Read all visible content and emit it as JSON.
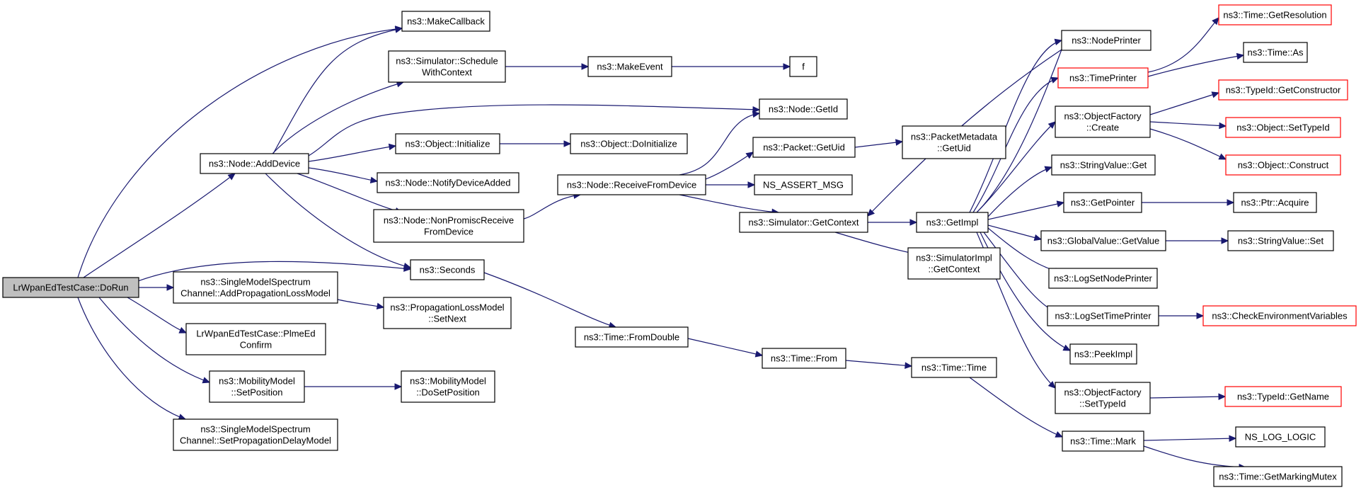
{
  "colors": {
    "edge": "#191970",
    "root_fill": "#bfbfbf",
    "red_border": "#ff0000"
  },
  "nodes": [
    {
      "id": "root",
      "lines": [
        "LrWpanEdTestCase::DoRun"
      ]
    },
    {
      "id": "addDevice",
      "lines": [
        "ns3::Node::AddDevice"
      ]
    },
    {
      "id": "addProp",
      "lines": [
        "ns3::SingleModelSpectrum",
        "Channel::AddPropagationLossModel"
      ]
    },
    {
      "id": "plmeEd",
      "lines": [
        "LrWpanEdTestCase::PlmeEd",
        "Confirm"
      ]
    },
    {
      "id": "mobSet",
      "lines": [
        "ns3::MobilityModel",
        "::SetPosition"
      ]
    },
    {
      "id": "setPropDelay",
      "lines": [
        "ns3::SingleModelSpectrum",
        "Channel::SetPropagationDelayModel"
      ]
    },
    {
      "id": "makeCallback",
      "lines": [
        "ns3::MakeCallback"
      ]
    },
    {
      "id": "schedCtx",
      "lines": [
        "ns3::Simulator::Schedule",
        "WithContext"
      ]
    },
    {
      "id": "objInit",
      "lines": [
        "ns3::Object::Initialize"
      ]
    },
    {
      "id": "notifyDev",
      "lines": [
        "ns3::Node::NotifyDeviceAdded"
      ]
    },
    {
      "id": "nonPromisc",
      "lines": [
        "ns3::Node::NonPromiscReceive",
        "FromDevice"
      ]
    },
    {
      "id": "seconds",
      "lines": [
        "ns3::Seconds"
      ]
    },
    {
      "id": "propSetNext",
      "lines": [
        "ns3::PropagationLossModel",
        "::SetNext"
      ]
    },
    {
      "id": "mobDoSet",
      "lines": [
        "ns3::MobilityModel",
        "::DoSetPosition"
      ]
    },
    {
      "id": "makeEvent",
      "lines": [
        "ns3::MakeEvent"
      ]
    },
    {
      "id": "f",
      "lines": [
        "f"
      ]
    },
    {
      "id": "nodeGetId",
      "lines": [
        "ns3::Node::GetId"
      ]
    },
    {
      "id": "objDoInit",
      "lines": [
        "ns3::Object::DoInitialize"
      ]
    },
    {
      "id": "recvFromDev",
      "lines": [
        "ns3::Node::ReceiveFromDevice"
      ]
    },
    {
      "id": "pktGetUid",
      "lines": [
        "ns3::Packet::GetUid"
      ]
    },
    {
      "id": "nsAssert",
      "lines": [
        "NS_ASSERT_MSG"
      ]
    },
    {
      "id": "simGetCtx",
      "lines": [
        "ns3::Simulator::GetContext"
      ]
    },
    {
      "id": "pktMetaGetUid",
      "lines": [
        "ns3::PacketMetadata",
        "::GetUid"
      ]
    },
    {
      "id": "getImpl",
      "lines": [
        "ns3::GetImpl"
      ]
    },
    {
      "id": "simImplGetCtx",
      "lines": [
        "ns3::SimulatorImpl",
        "::GetContext"
      ]
    },
    {
      "id": "timeFromDouble",
      "lines": [
        "ns3::Time::FromDouble"
      ]
    },
    {
      "id": "timeFrom",
      "lines": [
        "ns3::Time::From"
      ]
    },
    {
      "id": "timeTime",
      "lines": [
        "ns3::Time::Time"
      ]
    },
    {
      "id": "nodePrinter",
      "lines": [
        "ns3::NodePrinter"
      ]
    },
    {
      "id": "timePrinter",
      "lines": [
        "ns3::TimePrinter"
      ],
      "red": true
    },
    {
      "id": "objFactCreate",
      "lines": [
        "ns3::ObjectFactory",
        "::Create"
      ]
    },
    {
      "id": "strValGet",
      "lines": [
        "ns3::StringValue::Get"
      ]
    },
    {
      "id": "getPointer",
      "lines": [
        "ns3::GetPointer"
      ]
    },
    {
      "id": "globalGetValue",
      "lines": [
        "ns3::GlobalValue::GetValue"
      ]
    },
    {
      "id": "logSetNodePrinter",
      "lines": [
        "ns3::LogSetNodePrinter"
      ]
    },
    {
      "id": "logSetTimePrinter",
      "lines": [
        "ns3::LogSetTimePrinter"
      ]
    },
    {
      "id": "peekImpl",
      "lines": [
        "ns3::PeekImpl"
      ]
    },
    {
      "id": "objFactSetTypeId",
      "lines": [
        "ns3::ObjectFactory",
        "::SetTypeId"
      ]
    },
    {
      "id": "timeMark",
      "lines": [
        "ns3::Time::Mark"
      ]
    },
    {
      "id": "timeGetRes",
      "lines": [
        "ns3::Time::GetResolution"
      ],
      "red": true
    },
    {
      "id": "timeAs",
      "lines": [
        "ns3::Time::As"
      ]
    },
    {
      "id": "typeIdGetCtor",
      "lines": [
        "ns3::TypeId::GetConstructor"
      ],
      "red": true
    },
    {
      "id": "objSetTypeId",
      "lines": [
        "ns3::Object::SetTypeId"
      ],
      "red": true
    },
    {
      "id": "objConstruct",
      "lines": [
        "ns3::Object::Construct"
      ],
      "red": true
    },
    {
      "id": "ptrAcquire",
      "lines": [
        "ns3::Ptr::Acquire"
      ]
    },
    {
      "id": "strValSet",
      "lines": [
        "ns3::StringValue::Set"
      ]
    },
    {
      "id": "checkEnv",
      "lines": [
        "ns3::CheckEnvironmentVariables"
      ],
      "red": true
    },
    {
      "id": "typeIdGetName",
      "lines": [
        "ns3::TypeId::GetName"
      ],
      "red": true
    },
    {
      "id": "nsLogLogic",
      "lines": [
        "NS_LOG_LOGIC"
      ]
    },
    {
      "id": "timeGetMarkMutex",
      "lines": [
        "ns3::Time::GetMarkingMutex"
      ]
    }
  ]
}
